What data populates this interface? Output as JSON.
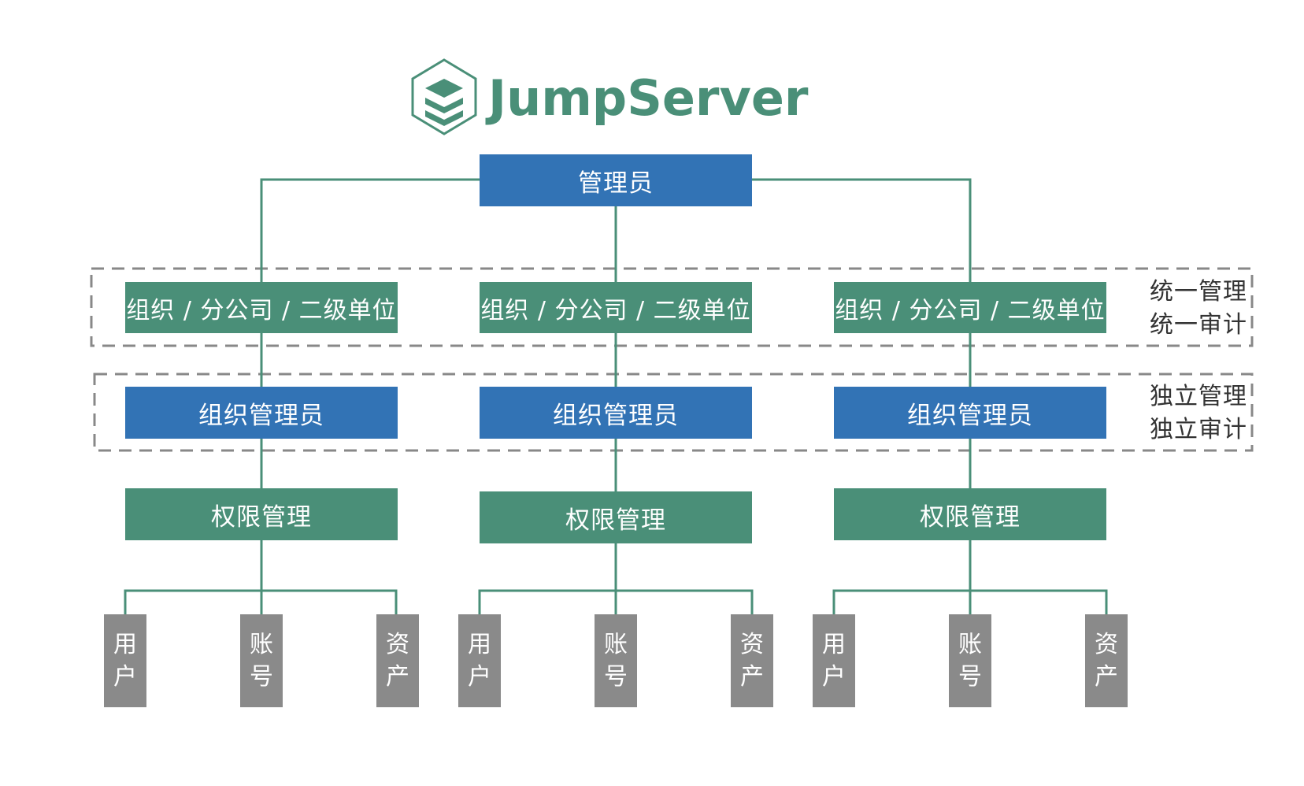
{
  "brand": {
    "name": "JumpServer",
    "color": "#4a8f78"
  },
  "colors": {
    "blue": "#3273b5",
    "green": "#4a8f78",
    "gray": "#8a8a8a",
    "line": "#4a8f78",
    "dash": "#888888"
  },
  "root": {
    "label": "管理员"
  },
  "branches": [
    {
      "org": "组织 / 分公司 / 二级单位",
      "admin": "组织管理员",
      "perm": "权限管理",
      "leaves": [
        {
          "label": "用户",
          "chars": [
            "用",
            "户"
          ]
        },
        {
          "label": "账号",
          "chars": [
            "账",
            "号"
          ]
        },
        {
          "label": "资产",
          "chars": [
            "资",
            "产"
          ]
        }
      ]
    },
    {
      "org": "组织 / 分公司 / 二级单位",
      "admin": "组织管理员",
      "perm": "权限管理",
      "leaves": [
        {
          "label": "用户",
          "chars": [
            "用",
            "户"
          ]
        },
        {
          "label": "账号",
          "chars": [
            "账",
            "号"
          ]
        },
        {
          "label": "资产",
          "chars": [
            "资",
            "产"
          ]
        }
      ]
    },
    {
      "org": "组织 / 分公司 / 二级单位",
      "admin": "组织管理员",
      "perm": "权限管理",
      "leaves": [
        {
          "label": "用户",
          "chars": [
            "用",
            "户"
          ]
        },
        {
          "label": "账号",
          "chars": [
            "账",
            "号"
          ]
        },
        {
          "label": "资产",
          "chars": [
            "资",
            "产"
          ]
        }
      ]
    }
  ],
  "zones": [
    {
      "lines": [
        "统一管理",
        "统一审计"
      ]
    },
    {
      "lines": [
        "独立管理",
        "独立审计"
      ]
    }
  ]
}
